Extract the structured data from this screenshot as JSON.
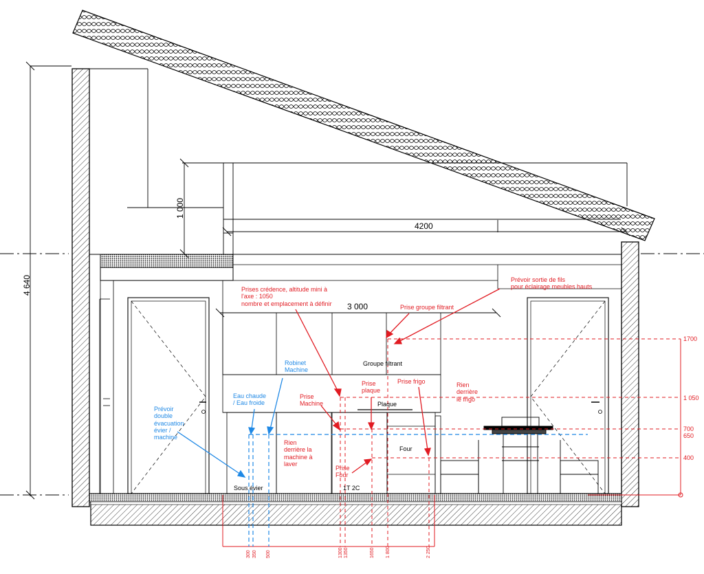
{
  "dimensions": {
    "total_height": "4 640",
    "upper_height": "1 000",
    "width_upper": "4200",
    "width_inner": "3 000"
  },
  "notes": {
    "prises_credence": "Prises crédence, altitude mini à\nl'axe : 1050\nnombre et emplacement à définir",
    "sortie_fils": "Prévoir sortie de fils\npour éclairage meubles hauts",
    "prise_groupe": "Prise groupe filtrant",
    "groupe_filtrant": "Groupe filtrant",
    "robinet": "Robinet\nMachine",
    "eau": "Eau chaude\n/ Eau froide",
    "double_evac": "Prévoir\ndouble\névacuation\névier /\nmachine",
    "prise_machine": "Prise\nMachine",
    "prise_plaque": "Prise\nplaque",
    "plaque": "Plaque",
    "prise_frigo": "Prise frigo",
    "rien_frigo": "Rien\nderrière\nle frigo",
    "rien_machine": "Rien\nderrière la\nmachine à\nlaver",
    "prise_four": "Prise\nFour",
    "four": "Four",
    "sous_evier": "Sous évier",
    "t2c": "1T 2C"
  },
  "heights": [
    "1700",
    "1 050",
    "700",
    "650",
    "400"
  ],
  "bottom_dims": [
    "300",
    "350",
    "500",
    "1300",
    "1350",
    "1650",
    "1 800",
    "2 250"
  ],
  "colors": {
    "red": "#e11b22",
    "blue": "#1e88e5",
    "line": "#000000"
  }
}
